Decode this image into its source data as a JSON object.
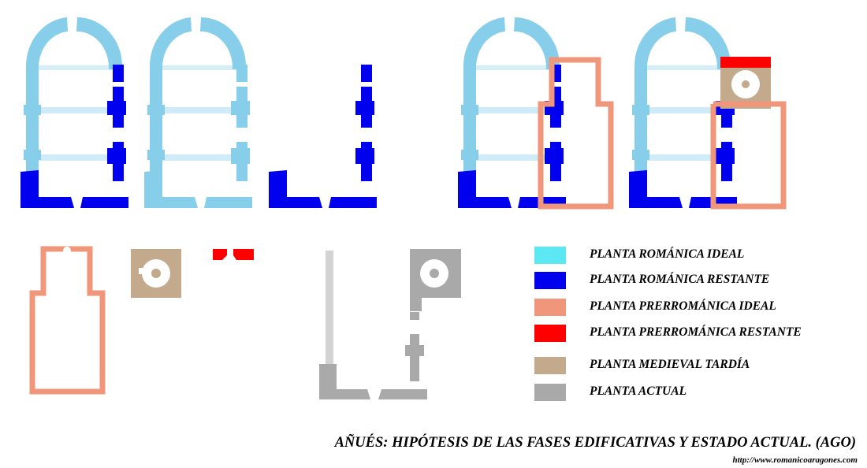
{
  "colors": {
    "romanica_ideal": "#87CEEB",
    "romanica_restante": "#0000EE",
    "prerromanica_ideal": "#F0967A",
    "prerromanica_restante": "#FF0000",
    "medieval_tardia": "#C4AA8C",
    "actual": "#A9A9A9",
    "actual_light": "#D3D3D3",
    "legend_cyan": "#5CE8F2"
  },
  "legend": [
    {
      "label": "PLANTA ROMÁNICA IDEAL",
      "color": "#5CE8F2"
    },
    {
      "label": "PLANTA ROMÁNICA RESTANTE",
      "color": "#0000EE"
    },
    {
      "label": "PLANTA PRERROMÁNICA IDEAL",
      "color": "#F0967A"
    },
    {
      "label": "PLANTA PRERROMÁNICA RESTANTE",
      "color": "#FF0000"
    },
    {
      "label": "PLANTA MEDIEVAL TARDÍA",
      "color": "#C4AA8C"
    },
    {
      "label": "PLANTA ACTUAL",
      "color": "#A9A9A9"
    }
  ],
  "caption": "AÑUÉS: HIPÓTESIS DE LAS FASES EDIFICATIVAS Y ESTADO ACTUAL. (AGO)",
  "url": "http://www.romanicoaragones.com"
}
